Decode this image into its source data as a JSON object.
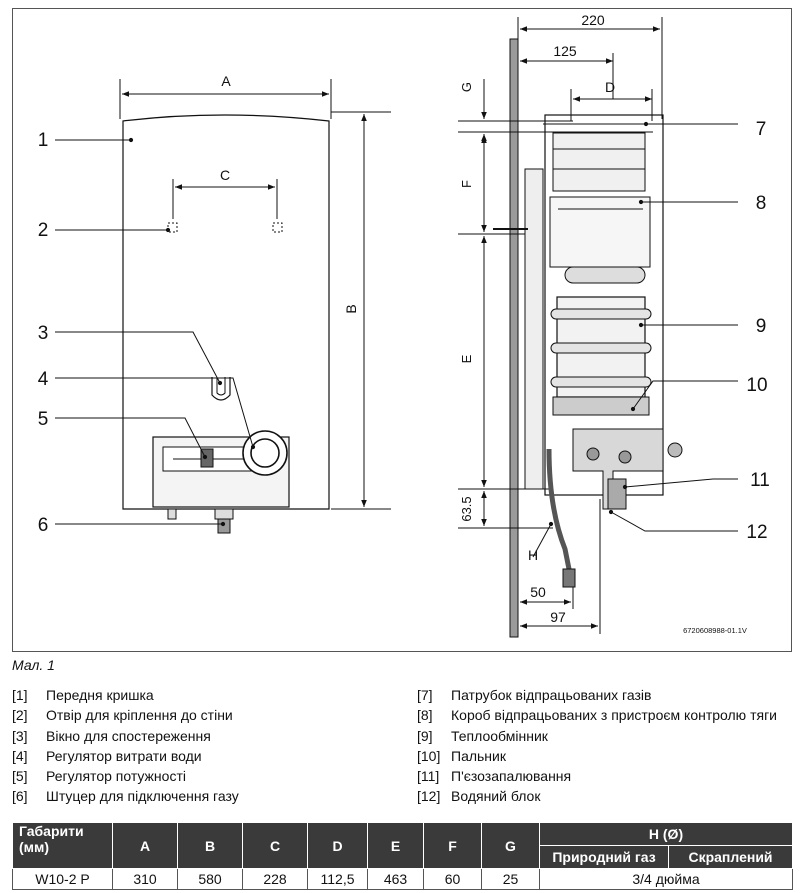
{
  "figure": {
    "dims": {
      "A": "A",
      "B": "B",
      "C": "C",
      "D": "D",
      "E": "E",
      "F": "F",
      "G": "G",
      "H": "H",
      "d220": "220",
      "d125": "125",
      "d635": "63.5",
      "d50": "50",
      "d97": "97"
    },
    "callouts": [
      "1",
      "2",
      "3",
      "4",
      "5",
      "6",
      "7",
      "8",
      "9",
      "10",
      "11",
      "12"
    ],
    "code": "6720608988-01.1V"
  },
  "caption": "Мал. 1",
  "legend_left": [
    {
      "num": "[1]",
      "text": "Передня кришка"
    },
    {
      "num": "[2]",
      "text": "Отвір для кріплення до стіни"
    },
    {
      "num": "[3]",
      "text": "Вікно для спостереження"
    },
    {
      "num": "[4]",
      "text": "Регулятор витрати води"
    },
    {
      "num": "[5]",
      "text": "Регулятор потужності"
    },
    {
      "num": "[6]",
      "text": "Штуцер для підключення газу"
    }
  ],
  "legend_right": [
    {
      "num": "[7]",
      "text": "Патрубок відпрацьованих газів"
    },
    {
      "num": "[8]",
      "text": "Короб відпрацьованих з пристроєм контролю тяги"
    },
    {
      "num": "[9]",
      "text": "Теплообмінник"
    },
    {
      "num": "[10]",
      "text": "Пальник"
    },
    {
      "num": "[11]",
      "text": "П'єзозапалювання"
    },
    {
      "num": "[12]",
      "text": "Водяний блок"
    }
  ],
  "table": {
    "corner": "Габарити (мм)",
    "cols": [
      "A",
      "B",
      "C",
      "D",
      "E",
      "F",
      "G"
    ],
    "h_group": "H (Ø)",
    "h_sub": [
      "Природний газ",
      "Скраплений"
    ],
    "row": {
      "model": "W10-2 P",
      "values": [
        "310",
        "580",
        "228",
        "112,5",
        "463",
        "60",
        "25"
      ],
      "h": "3/4 дюйма"
    }
  }
}
